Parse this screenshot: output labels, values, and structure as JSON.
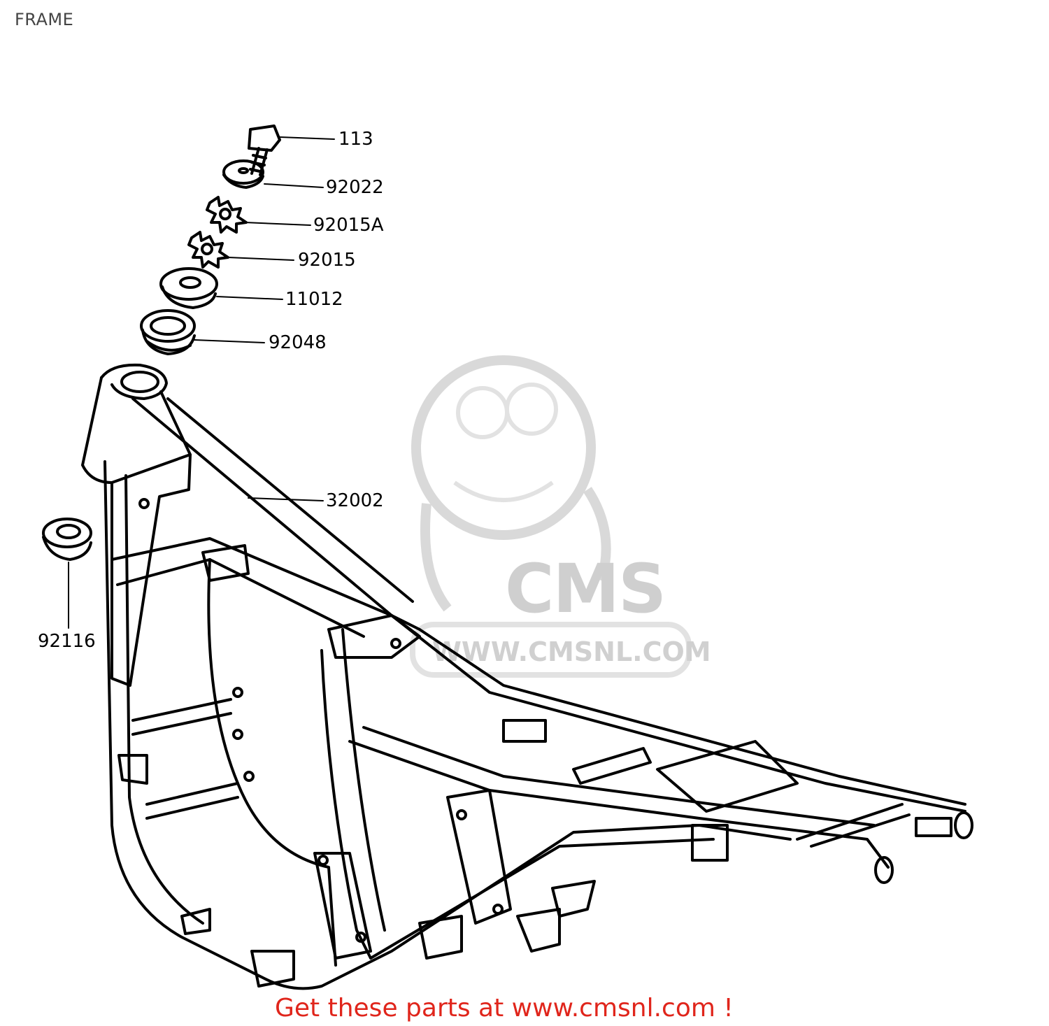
{
  "title": "FRAME",
  "callouts": [
    {
      "part": "113"
    },
    {
      "part": "92022"
    },
    {
      "part": "92015A"
    },
    {
      "part": "92015"
    },
    {
      "part": "11012"
    },
    {
      "part": "92048"
    },
    {
      "part": "32002"
    },
    {
      "part": "92116"
    }
  ],
  "watermark": {
    "brand": "CMS",
    "url": "WWW.CMSNL.COM"
  },
  "footer": {
    "link_text": "Get these parts at www.cmsnl.com !"
  },
  "colors": {
    "line": "#000000",
    "watermark": "#d0d0d0",
    "footer": "#e0251b"
  }
}
